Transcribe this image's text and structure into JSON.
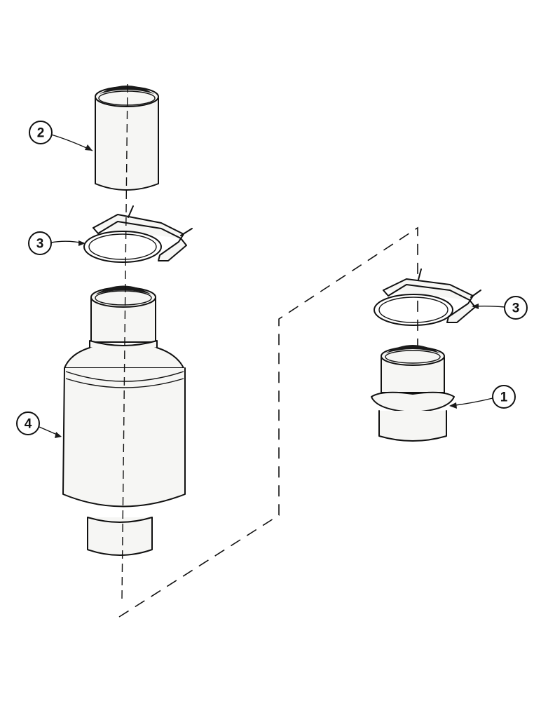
{
  "callouts": [
    {
      "id": "c2",
      "label": "2"
    },
    {
      "id": "c3a",
      "label": "3"
    },
    {
      "id": "c4",
      "label": "4"
    },
    {
      "id": "c3b",
      "label": "3"
    },
    {
      "id": "c1",
      "label": "1"
    }
  ],
  "colors": {
    "line": "#111111",
    "background": "#ffffff"
  }
}
